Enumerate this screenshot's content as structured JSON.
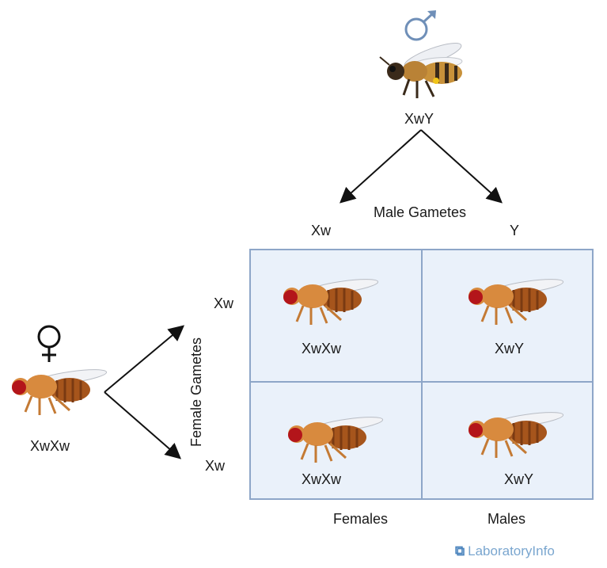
{
  "male": {
    "genotype": "XwY",
    "symbol_icon": "male-symbol-icon",
    "color": "#6f8fb8"
  },
  "female": {
    "genotype": "XwXw",
    "symbol_icon": "female-symbol-icon"
  },
  "male_gametes": {
    "title": "Male Gametes",
    "g1": "Xw",
    "g2": "Y"
  },
  "female_gametes": {
    "title": "Female Gametes",
    "g1": "Xw",
    "g2": "Xw"
  },
  "punnett": {
    "cells": [
      {
        "genotype": "XwXw"
      },
      {
        "genotype": "XwY"
      },
      {
        "genotype": "XwXw"
      },
      {
        "genotype": "XwY"
      }
    ],
    "col_labels": [
      "Females",
      "Males"
    ],
    "cell_color": "#eaf1fa",
    "border_color": "#8ea6c8"
  },
  "logo": {
    "text": "LaboratoryInfo"
  }
}
